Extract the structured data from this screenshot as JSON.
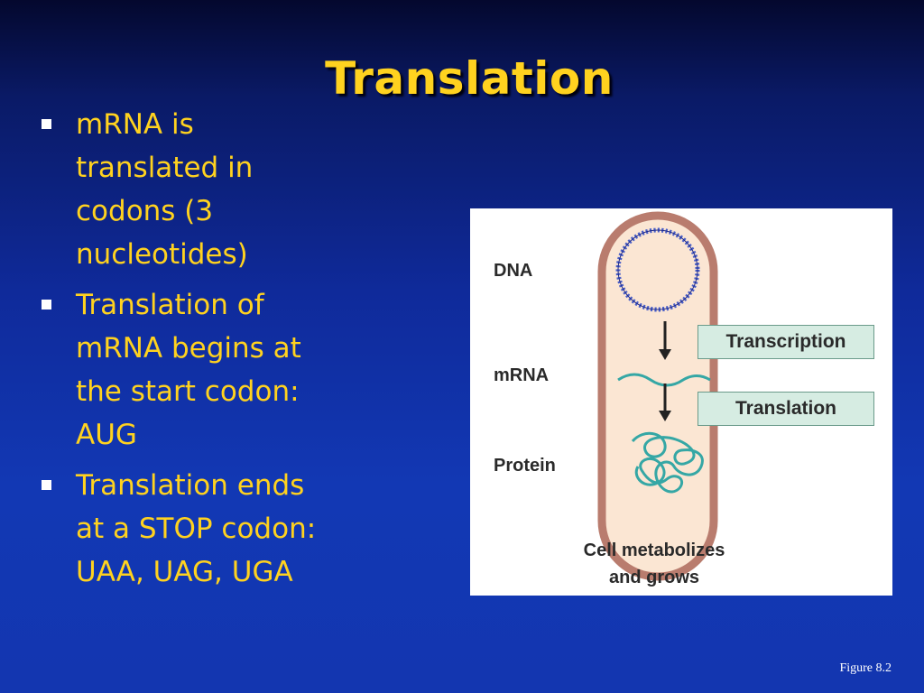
{
  "slide": {
    "title": "Translation",
    "bullets": [
      "mRNA is\ntranslated in\ncodons (3\nnucleotides)",
      "Translation of\nmRNA begins at\nthe start codon:\nAUG",
      "Translation ends\nat a STOP codon:\nUAA, UAG, UGA"
    ],
    "figure_ref": "Figure 8.2"
  },
  "figure": {
    "labels": {
      "dna": "DNA",
      "mrna": "mRNA",
      "protein": "Protein"
    },
    "processes": {
      "transcription": "Transcription",
      "translation": "Translation"
    },
    "caption": "Cell metabolizes\nand grows"
  },
  "colors": {
    "title": "#ffd21f",
    "bullet_text": "#ffd21f",
    "background_top": "#04082e",
    "background_bottom": "#1336b0",
    "cell_wall": "#b97c6e",
    "cytoplasm": "#fbe6d3",
    "process_box": "#d6ece2",
    "nucleic": "#4a5fc8",
    "protein": "#35a7a5"
  }
}
